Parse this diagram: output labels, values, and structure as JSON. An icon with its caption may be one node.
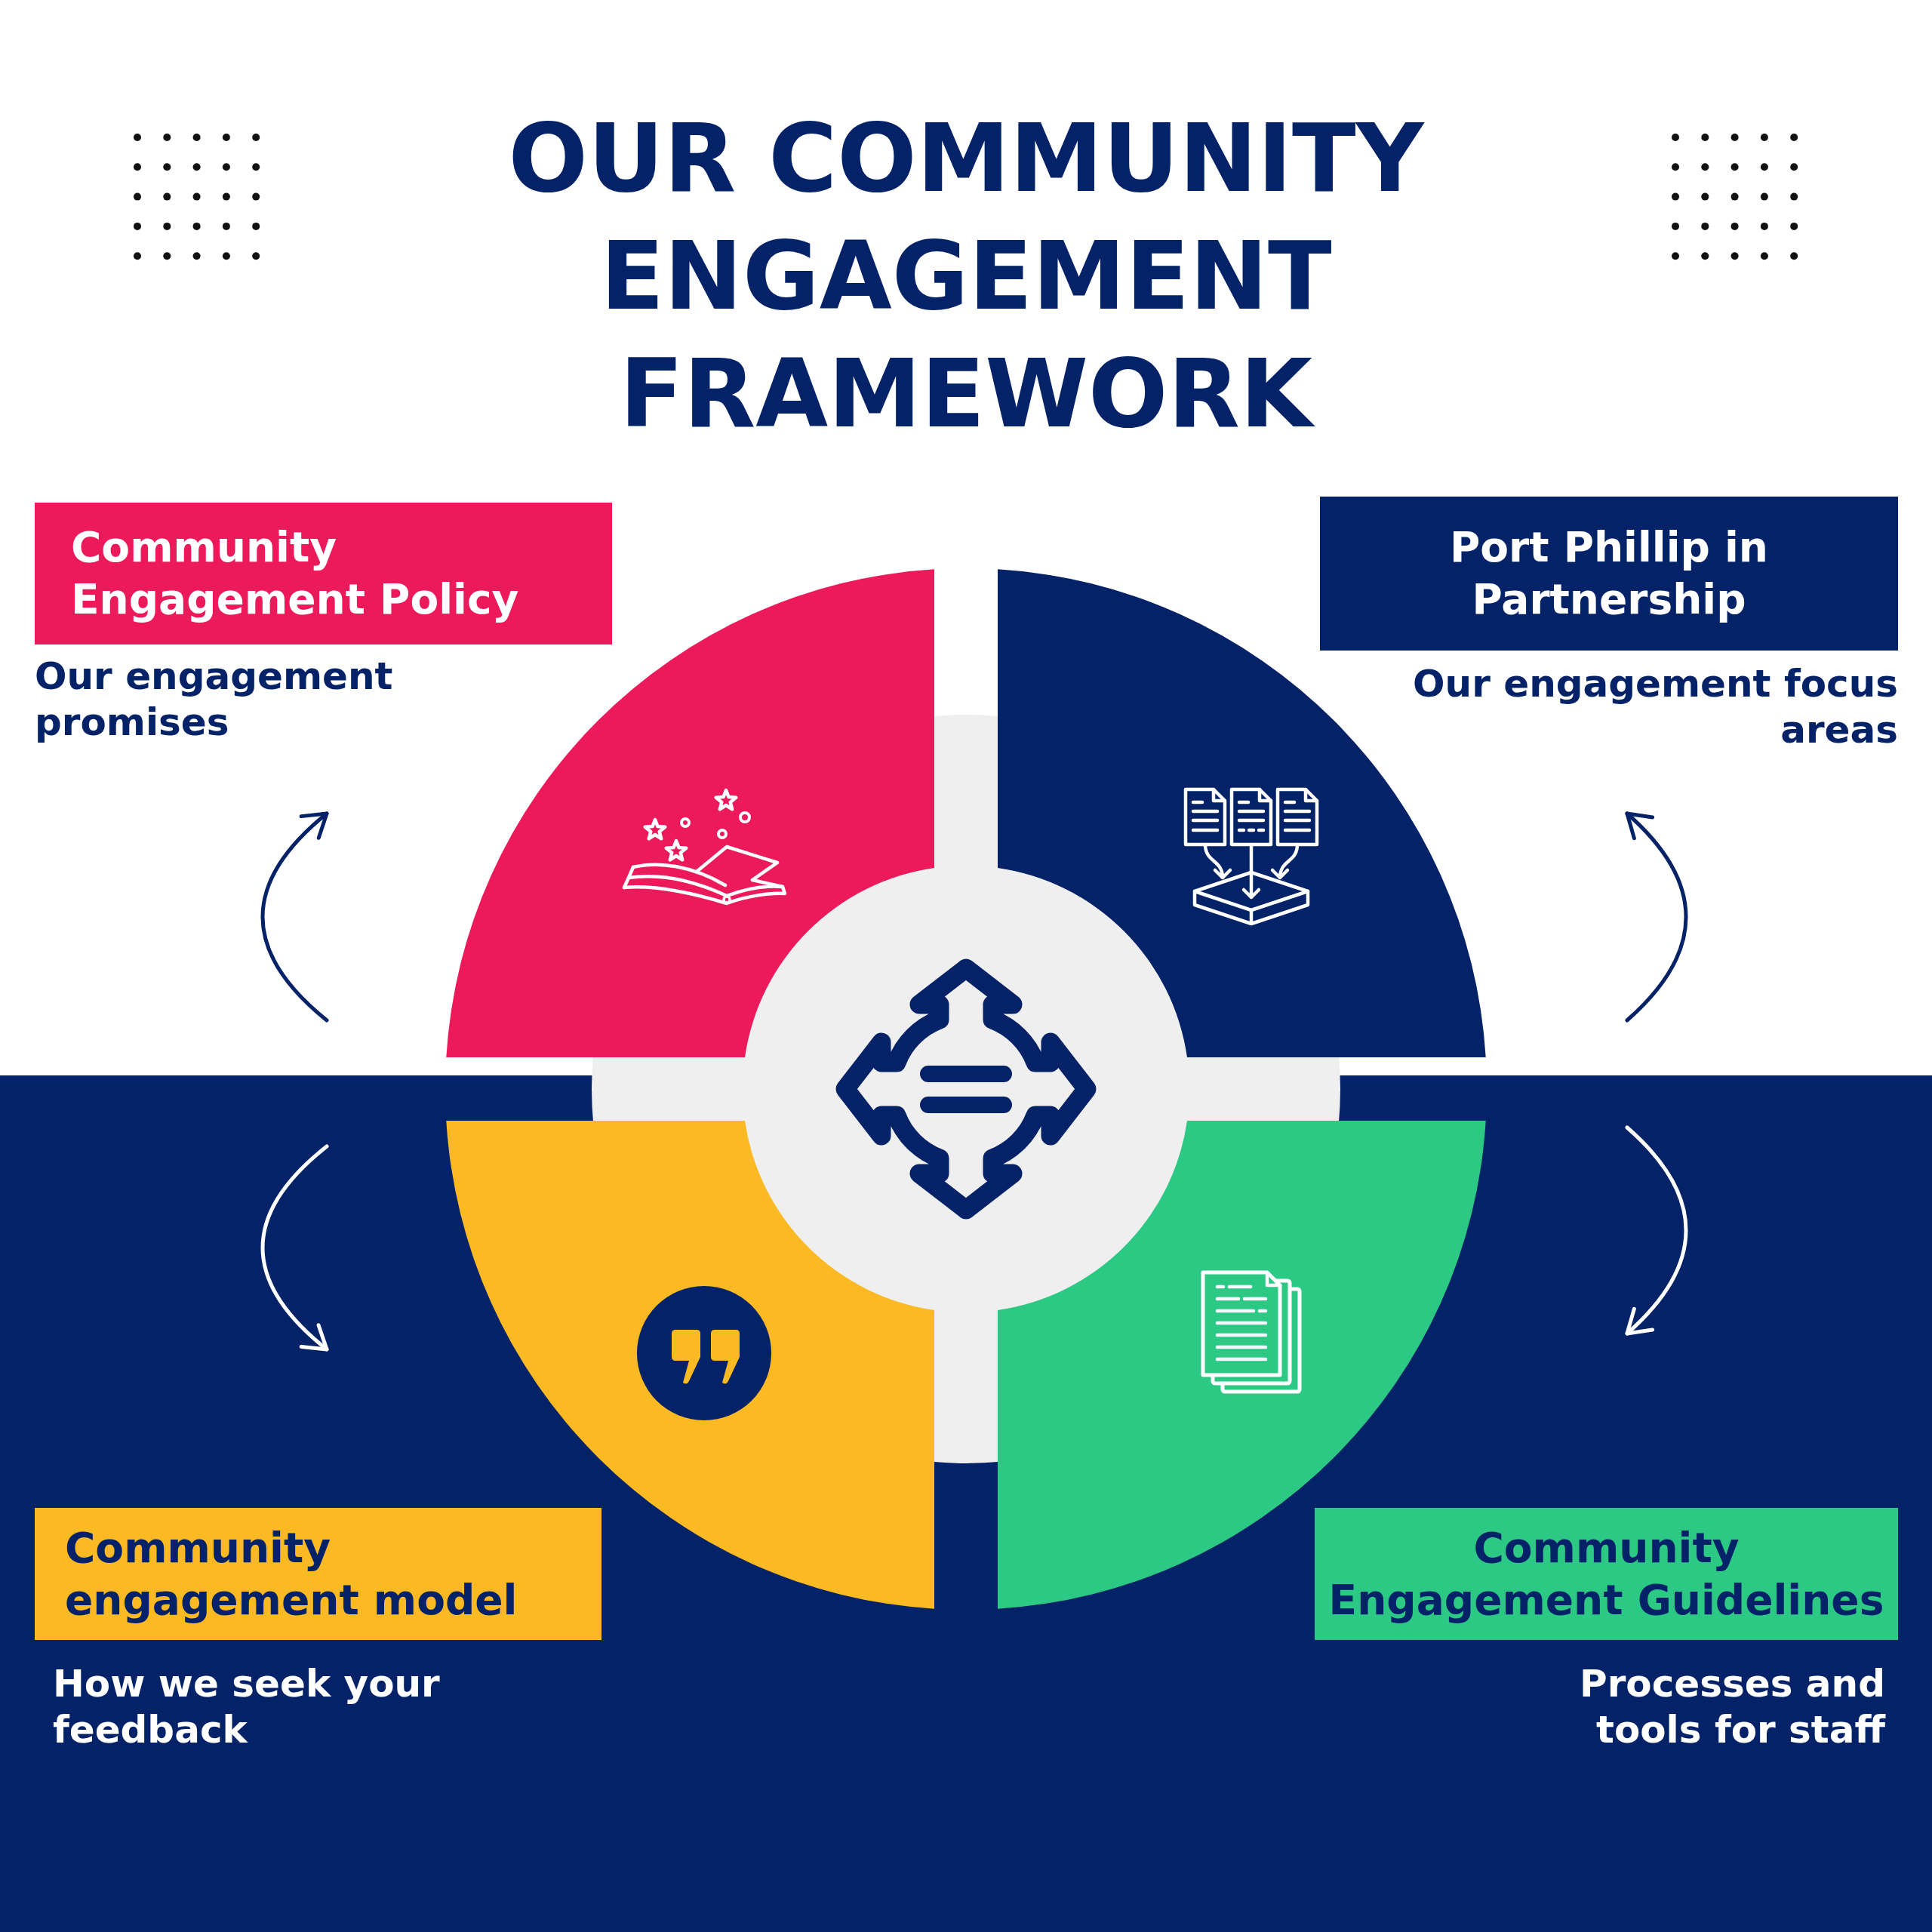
{
  "diagram": {
    "title": "OUR COMMUNITY ENGAGEMENT FRAMEWORK",
    "nodes": [
      {
        "text": [
          "Community Engagement Policy"
        ],
        "beside": [
          "Our engagement promises"
        ]
      },
      {
        "text": [
          "Port Phillip in Partnership"
        ],
        "beside": [
          "Our engagement focus areas"
        ]
      },
      {
        "text": [
          "Community engagement model"
        ],
        "beside": [
          "How we seek your feedback"
        ]
      },
      {
        "text": [
          "Community Engagement Guidelines"
        ],
        "beside": [
          "Processes and tools for staff"
        ]
      }
    ]
  }
}
